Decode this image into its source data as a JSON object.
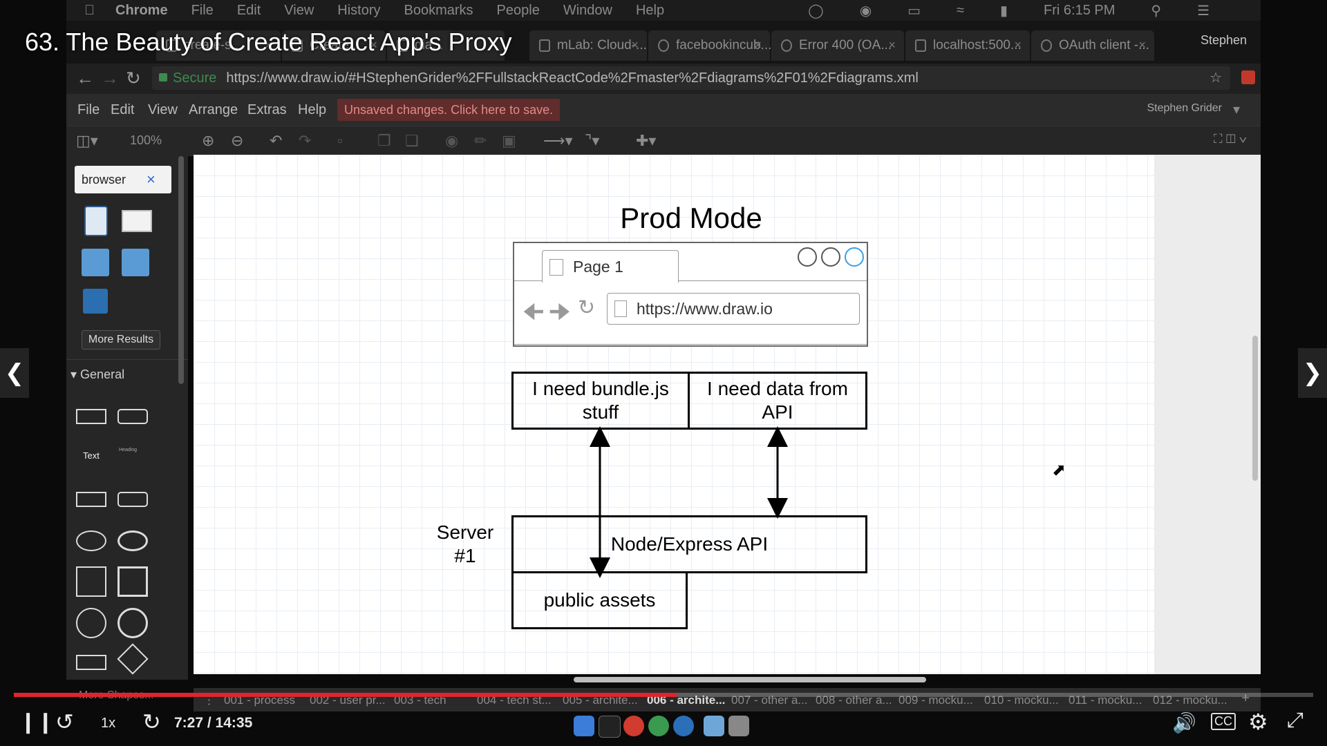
{
  "video": {
    "title": "63. The Beauty of Create React App's Proxy",
    "time": "7:27 / 14:35",
    "speed": "1x",
    "progress_fraction": 0.51,
    "cc_label": "CC"
  },
  "mac_menubar": {
    "app": "Chrome",
    "items": [
      "File",
      "Edit",
      "View",
      "History",
      "Bookmarks",
      "People",
      "Window",
      "Help"
    ],
    "clock": "Fri 6:15 PM"
  },
  "browser": {
    "tabs": [
      "create-s...",
      "Create...",
      "dia...",
      "mLab: Cloud-...",
      "facebookincub...",
      "Error 400 (OA...",
      "localhost:500...",
      "OAuth client -..."
    ],
    "profile": "Stephen",
    "secure_label": "Secure",
    "url": "https://www.draw.io/#HStephenGrider%2FFullstackReactCode%2Fmaster%2Fdiagrams%2F01%2Fdiagrams.xml"
  },
  "drawio": {
    "menu": [
      "File",
      "Edit",
      "View",
      "Arrange",
      "Extras",
      "Help"
    ],
    "unsaved": "Unsaved changes. Click here to save.",
    "user": "Stephen Grider",
    "zoom": "100%",
    "search_value": "browser",
    "more_results": "More Results",
    "general_label": "General",
    "text_shape_label": "Text",
    "heading_shape_label": "Heading",
    "page_tabs": [
      "001 - process",
      "002 - user pr...",
      "003 - tech",
      "004 - tech st...",
      "005 - archite...",
      "006 - archite...",
      "007 - other a...",
      "008 - other a...",
      "009 - mocku...",
      "010 - mocku...",
      "011 - mocku...",
      "012 - mocku..."
    ],
    "more_shapes": "More Shapes..."
  },
  "diagram": {
    "title": "Prod Mode",
    "page_tab": "Page 1",
    "url": "https://www.draw.io",
    "box_bundle": "I need bundle.js stuff",
    "box_api": "I need data from API",
    "server_label": "Server #1",
    "node_api": "Node/Express API",
    "public_assets": "public assets"
  }
}
